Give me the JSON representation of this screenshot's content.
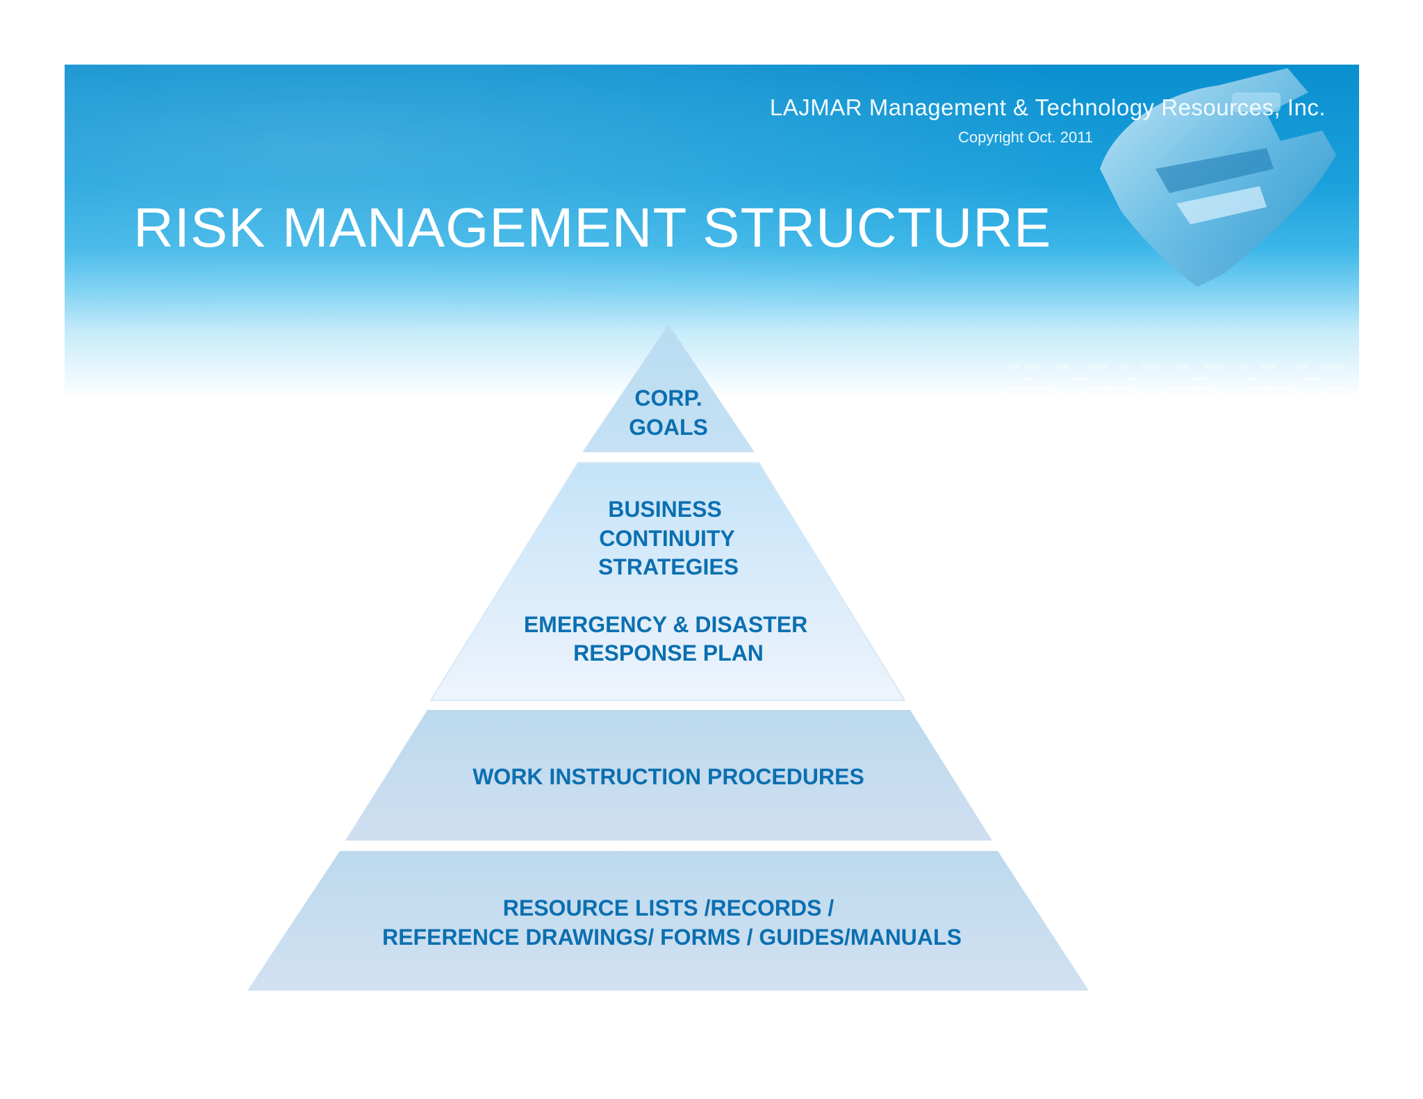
{
  "header": {
    "company": "LAJMAR Management & Technology Resources, Inc.",
    "copyright": "Copyright Oct. 2011",
    "title": "RISK MANAGEMENT STRUCTURE"
  },
  "pyramid": {
    "tiers": [
      {
        "lines": [
          "CORP.",
          "GOALS"
        ]
      },
      {
        "lines": [
          "BUSINESS",
          "CONTINUITY",
          "STRATEGIES",
          "EMERGENCY & DISASTER",
          "RESPONSE PLAN"
        ]
      },
      {
        "lines": [
          "WORK INSTRUCTION PROCEDURES"
        ]
      },
      {
        "lines": [
          "RESOURCE LISTS /RECORDS /",
          "REFERENCE DRAWINGS/ FORMS / GUIDES/MANUALS"
        ]
      }
    ]
  },
  "colors": {
    "title_text": "#ffffff",
    "tier_text": "#0b6fb0",
    "banner_blue": "#0a8fcf"
  },
  "icons": [
    "wrench-icon",
    "circuit-grid-icon"
  ]
}
